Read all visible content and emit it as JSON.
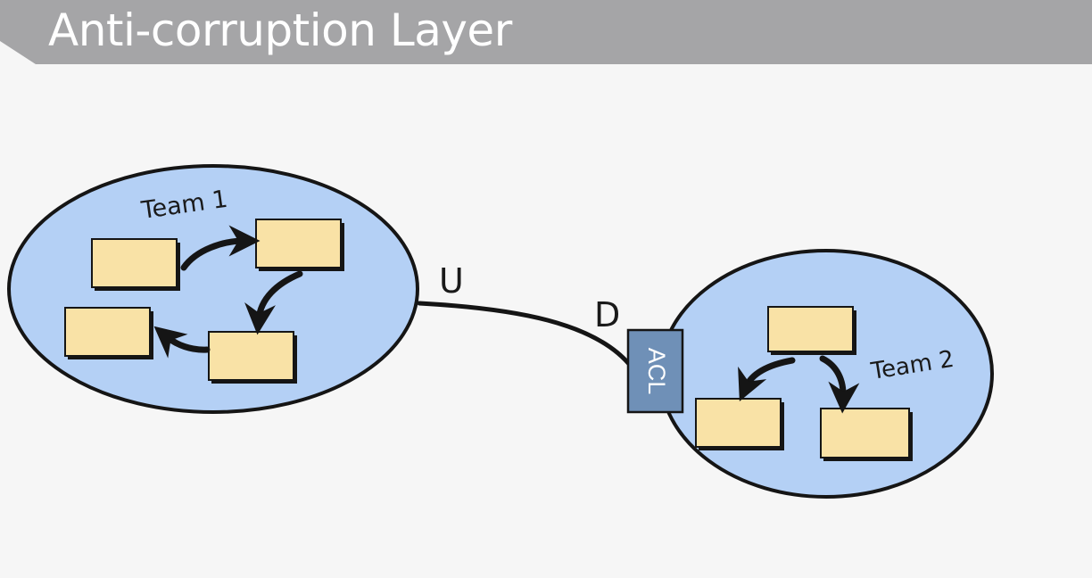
{
  "title": "Anti-corruption Layer",
  "team1": {
    "label": "Team 1"
  },
  "team2": {
    "label": "Team 2"
  },
  "upstream_marker": "U",
  "downstream_marker": "D",
  "acl": {
    "label": "ACL"
  },
  "colors": {
    "title_bar": "#a5a5a7",
    "team_fill": "#b4d0f5",
    "sticky_fill": "#f9e2a6",
    "acl_fill": "#6f90b7",
    "stroke": "#151515"
  }
}
